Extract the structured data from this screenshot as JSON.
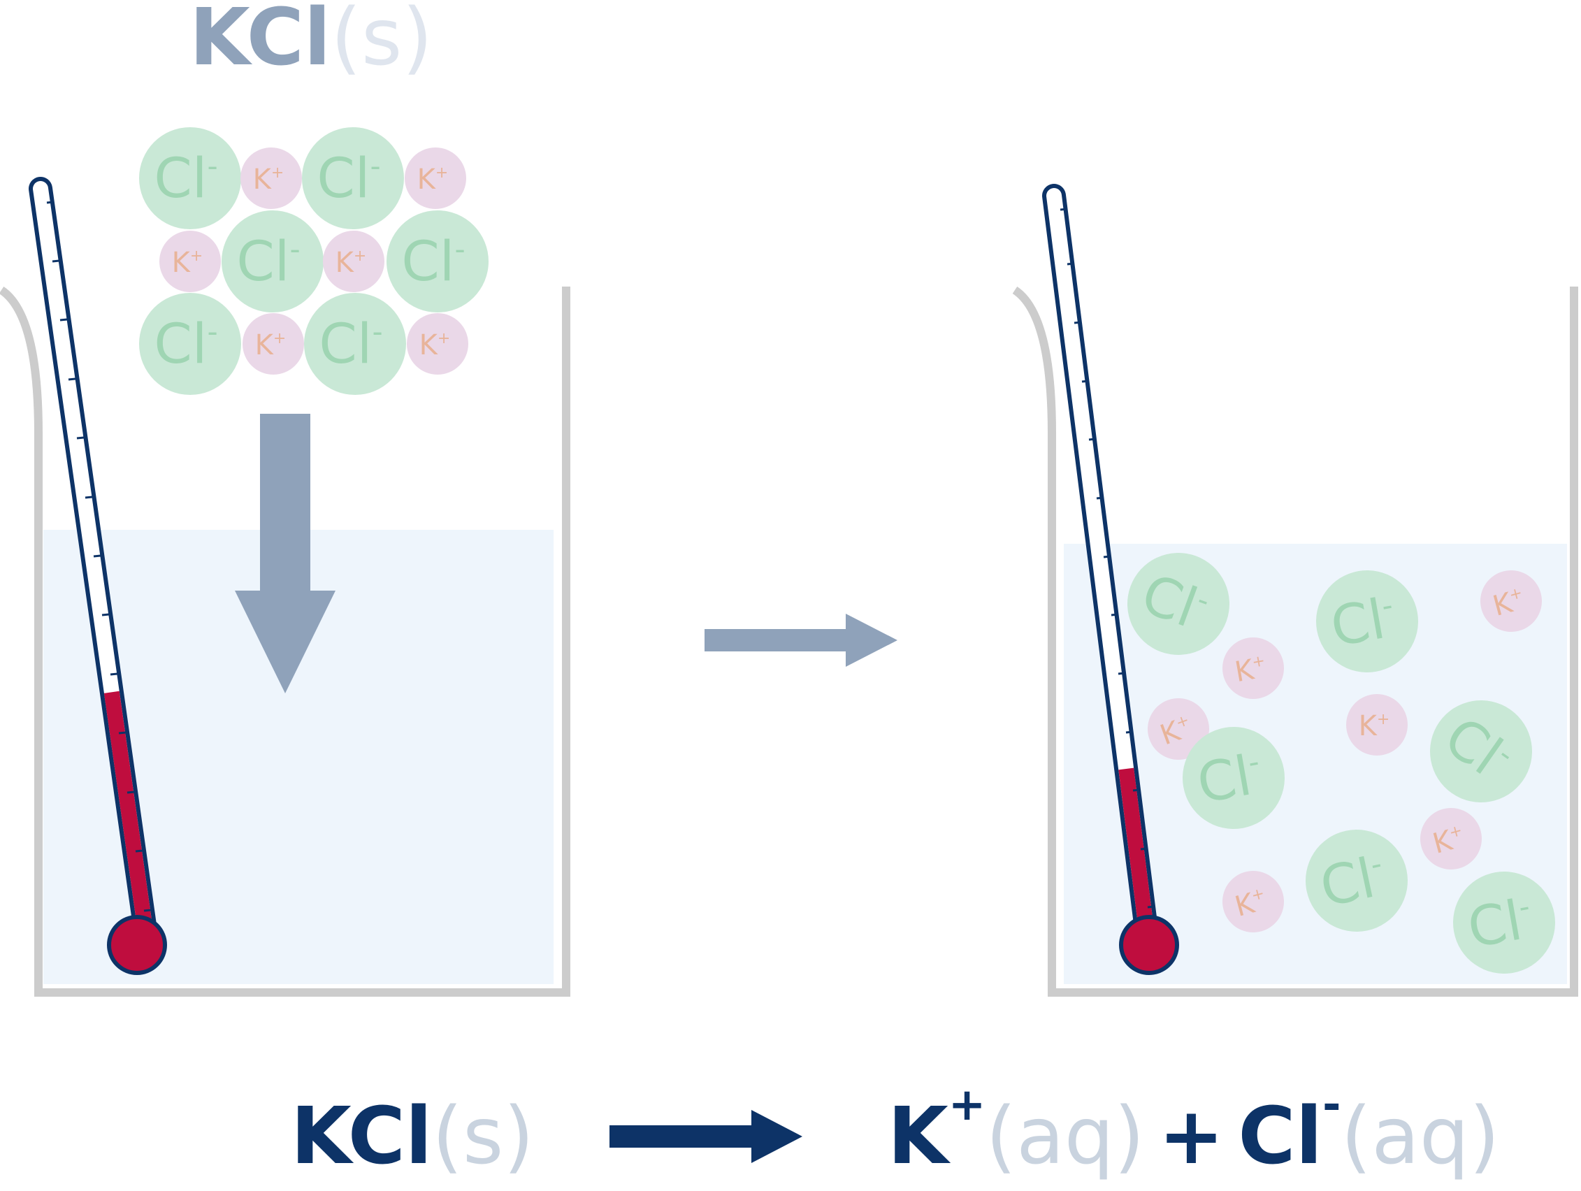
{
  "top_label": {
    "formula": "KCl",
    "state": "(s)"
  },
  "ions": {
    "chloride": "Cl",
    "chloride_charge": "-",
    "potassium": "K",
    "potassium_charge": "+"
  },
  "equation": {
    "reactant_formula": "KCl",
    "reactant_state": "(s)",
    "product1_formula": "K",
    "product1_charge": "+",
    "product1_state": "(aq)",
    "plus": "+",
    "product2_formula": "Cl",
    "product2_charge": "-",
    "product2_state": "(aq)"
  },
  "thermometers": {
    "before_level": 0.33,
    "after_level": 0.23
  },
  "colors": {
    "navy": "#0d3367",
    "slate": "#8fa2ba",
    "light_state": "#c9d3df",
    "water": "#eef5fc",
    "beaker": "#cccccc",
    "chloride_fill": "#c9e8d6",
    "chloride_text": "#9fd5b3",
    "potassium_fill": "#ead8e8",
    "potassium_text": "#e8b49a",
    "mercury": "#bf0d3e"
  }
}
